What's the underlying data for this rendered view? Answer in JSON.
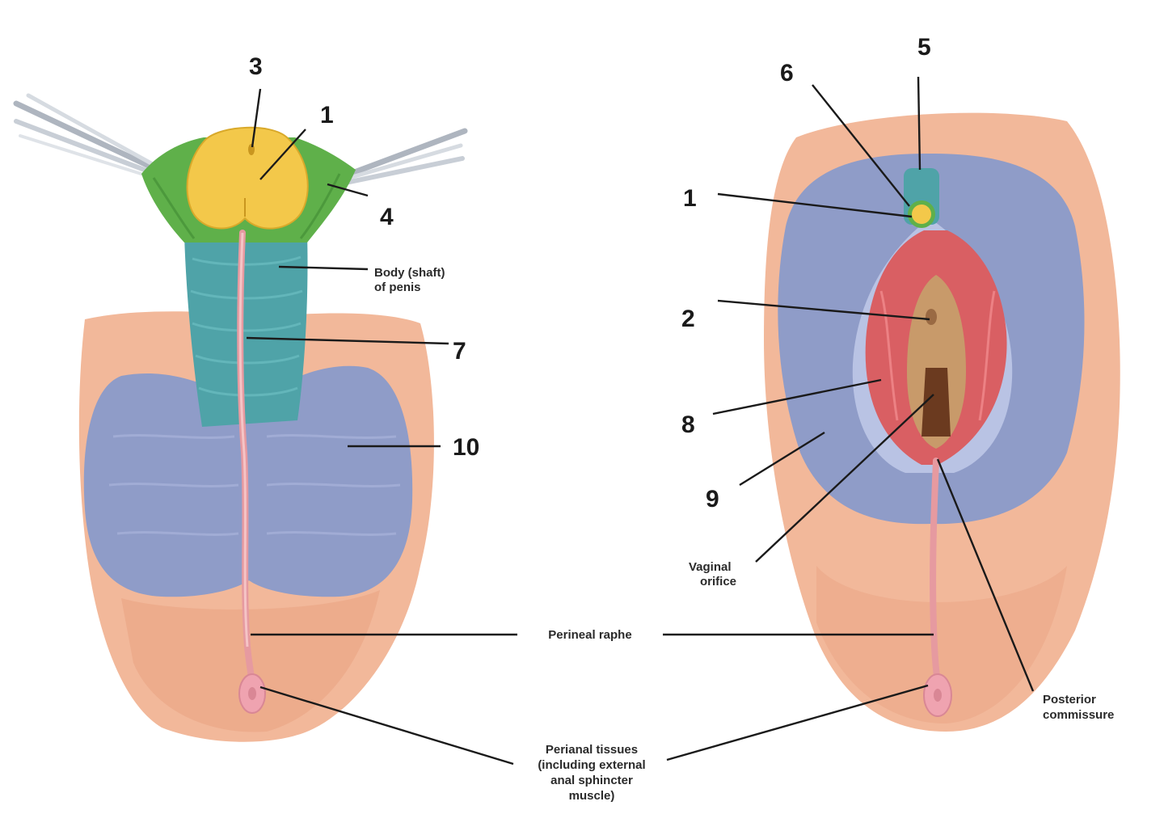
{
  "colors": {
    "skin": "#f2b89a",
    "skin_dark": "#e9a384",
    "glans": "#f3c84a",
    "prepuce": "#5fb04a",
    "shaft": "#4fa3a8",
    "scrotum": "#8f9cc8",
    "raphe": "#e69aa0",
    "labia_minora": "#d95f63",
    "vestibule": "#c89a6a",
    "anus": "#efa3b0",
    "instrument": "#c8ced6"
  },
  "male": {
    "labels": [
      "3",
      "1",
      "4",
      "7",
      "10"
    ],
    "terms": {
      "body_line1": "Body (shaft)",
      "body_line2": "of penis"
    }
  },
  "female": {
    "labels": [
      "5",
      "6",
      "1",
      "2",
      "8",
      "9"
    ],
    "terms": {
      "vaginal_line1": "Vaginal",
      "vaginal_line2": "orifice",
      "posterior_line1": "Posterior",
      "posterior_line2": "commissure"
    }
  },
  "shared": {
    "perineal_raphe": "Perineal raphe",
    "perianal_lines": [
      "Perianal tissues",
      "(including external",
      "anal sphincter",
      "muscle)"
    ]
  }
}
